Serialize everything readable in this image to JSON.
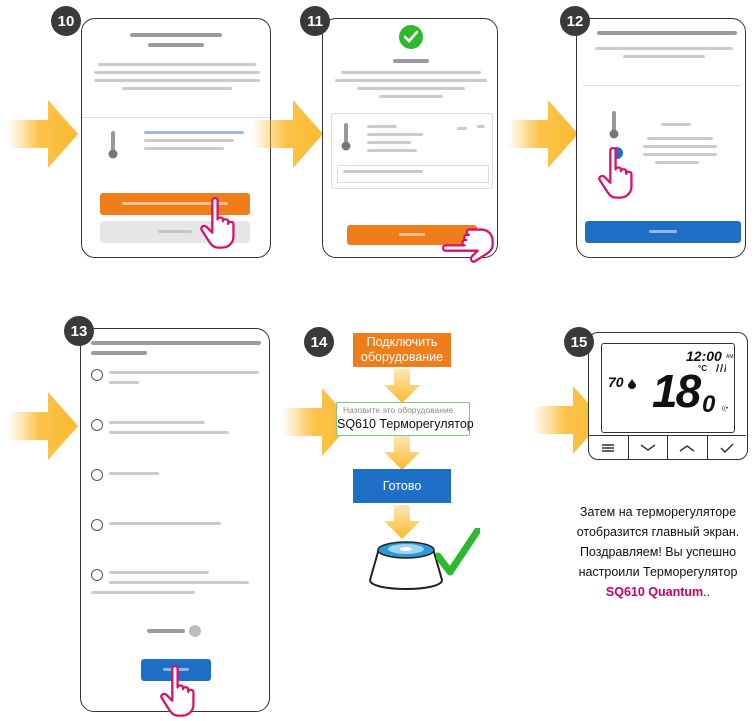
{
  "steps": {
    "s10": "10",
    "s11": "11",
    "s12": "12",
    "s13": "13",
    "s14": "14",
    "s15": "15"
  },
  "flow": {
    "connect_label": "Подключить оборудование",
    "name_placeholder": "Назовите это оборудование",
    "name_value": "SQ610 Терморегулятор",
    "done_label": "Готово"
  },
  "display": {
    "humidity": "70",
    "time": "12:00",
    "time_suffix": "AM",
    "temperature": "18",
    "temperature_decimal": "0",
    "unit": "°C"
  },
  "caption": {
    "line1": "Затем на терморегуляторе",
    "line2": "отобразится главный экран.",
    "line3": "Поздравляем! Вы успешно",
    "line4": "настроили Терморегулятор",
    "product": "SQ610 Quantum",
    "suffix": ".."
  },
  "colors": {
    "arrow": "#fbb92d",
    "orange": "#ef7d1a",
    "blue": "#1f6fc6",
    "green": "#2eb82e",
    "hand": "#d8116b"
  },
  "icons": [
    "arrow-right-icon",
    "hand-pointer-icon",
    "check-icon",
    "thermometer-icon",
    "drop-icon",
    "gateway-icon",
    "menu-icon",
    "chevron-down-icon",
    "chevron-up-icon",
    "confirm-icon"
  ]
}
